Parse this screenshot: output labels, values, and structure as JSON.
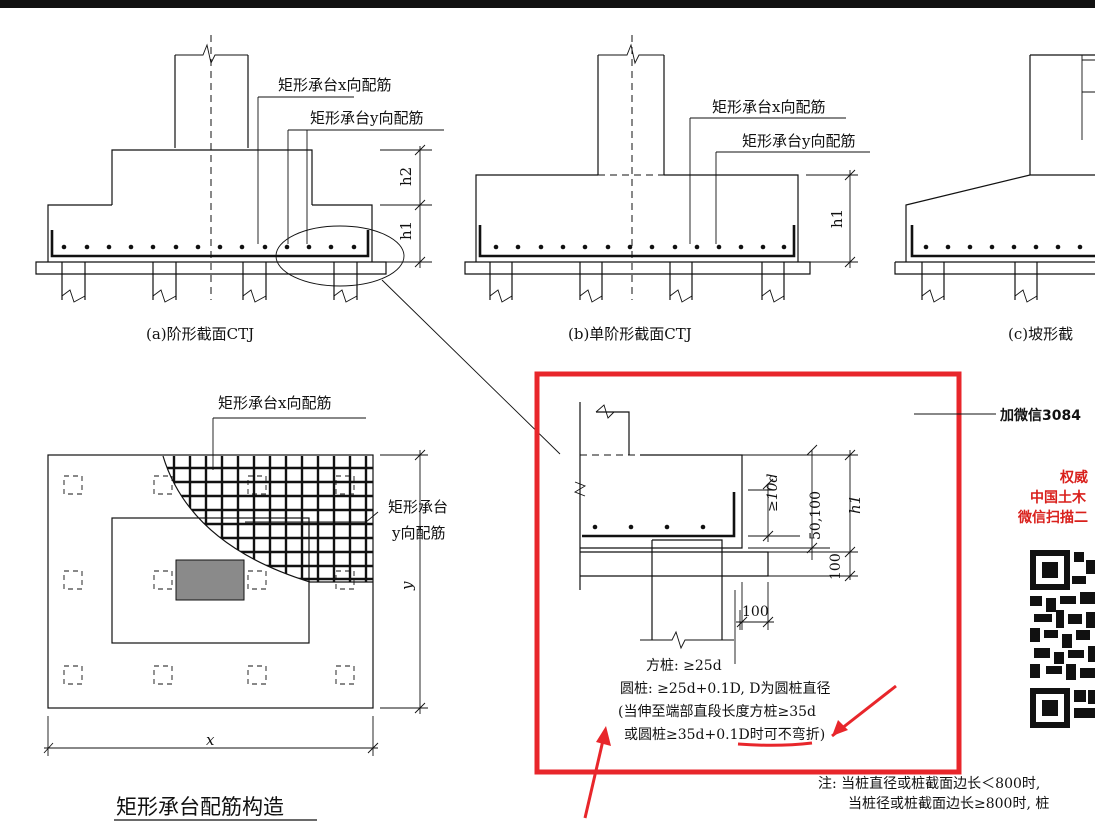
{
  "diagram_a": {
    "caption": "(a)阶形截面CTJ",
    "label_x": "矩形承台x向配筋",
    "label_y": "矩形承台y向配筋",
    "h2": "h2",
    "h1": "h1"
  },
  "diagram_b": {
    "caption": "(b)单阶形截面CTJ",
    "label_x": "矩形承台x向配筋",
    "label_y": "矩形承台y向配筋",
    "h1": "h1"
  },
  "diagram_c": {
    "caption": "(c)坡形截"
  },
  "plan": {
    "label_x": "矩形承台x向配筋",
    "label_y_line1": "矩形承台",
    "label_y_line2": "y向配筋",
    "dim_x": "x",
    "dim_y": "y",
    "title": "矩形承台配筋构造"
  },
  "detail": {
    "dim_10d": "≥10d",
    "dim_50_100": "50,100",
    "dim_100_v": "100",
    "dim_100_h": "100",
    "h1": "h1",
    "note_line1": "方桩: ≥25d",
    "note_line2": "圆桩: ≥25d+0.1D, D为圆桩直径",
    "note_line3": "(当伸至端部直段长度方桩≥35d",
    "note_line4": "或圆桩≥35d+0.1D时可不弯折)"
  },
  "sidebar": {
    "wechat": "加微信3084",
    "promo_line1": "权威",
    "promo_line2": "中国土木",
    "promo_line3": "微信扫描二"
  },
  "footnote": {
    "line1": "注: 当桩直径或桩截面边长＜800时,",
    "line2": "当桩径或桩截面边长≥800时, 桩"
  },
  "colors": {
    "highlight": "#e8262b",
    "ink": "#111111"
  }
}
